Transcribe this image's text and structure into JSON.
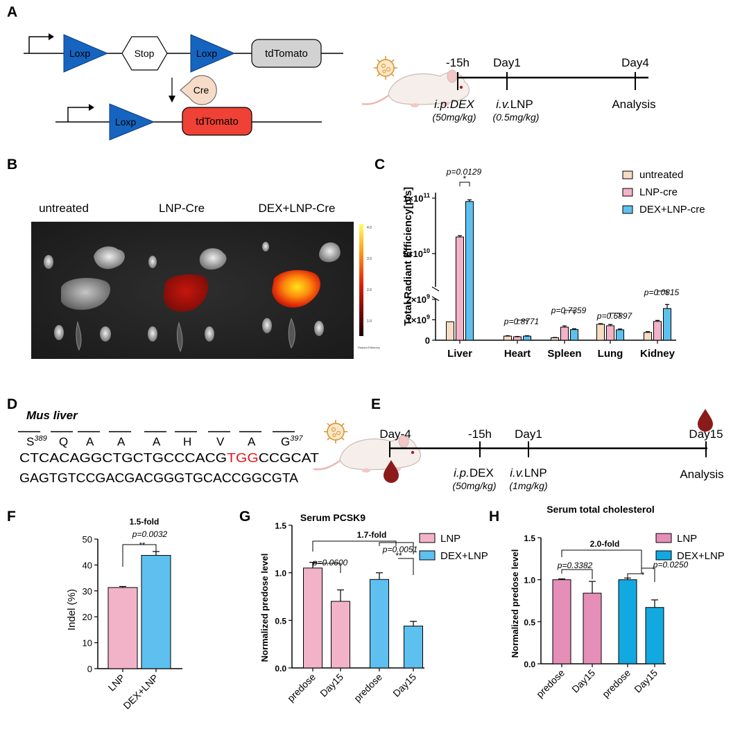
{
  "colors": {
    "loxp": "#1565C0",
    "tdtomato_gray": "#d2d2d2",
    "tdtomato_red": "#ef4136",
    "cre": "#f6dcc8",
    "pink": "#f2b3c9",
    "pink_dark": "#e58fb8",
    "blue": "#5ec0ee",
    "blue_dark": "#12a9e1",
    "peach": "#f6dcc3",
    "mutation_red": "#e8141b"
  },
  "panelA": {
    "letter": "A",
    "loxp": "Loxp",
    "stop": "Stop",
    "tdtomato": "tdTomato",
    "cre": "Cre",
    "timeline": {
      "ticks": [
        "-15h",
        "Day1",
        "Day4"
      ],
      "ip_pre": "i.p.",
      "ip_drug": "DEX",
      "ip_dose": "(50mg/kg)",
      "iv_pre": "i.v.",
      "iv_drug": "LNP",
      "iv_dose": "(0.5mg/kg)",
      "analysis": "Analysis"
    }
  },
  "panelB": {
    "letter": "B",
    "groups": [
      "untreated",
      "LNP-Cre",
      "DEX+LNP-Cre"
    ],
    "scale_label": "Radiant Efficiency",
    "scale_ticks": [
      "4.0",
      "3.0",
      "2.0",
      "1.0"
    ]
  },
  "panelC": {
    "letter": "C",
    "ylabel": "Total Radiant Efficiency[p/s]",
    "legend": [
      "untreated",
      "LNP-cre",
      "DEX+LNP-cre"
    ],
    "annotations": [
      {
        "organ": "Liver",
        "p": "p=0.0129",
        "sig": "*"
      },
      {
        "organ": "Heart",
        "p": "p=0.8771",
        "sig": ""
      },
      {
        "organ": "Spleen",
        "p": "p=0.7359",
        "sig": ""
      },
      {
        "organ": "Lung",
        "p": "p=0.6897",
        "sig": ""
      },
      {
        "organ": "Kidney",
        "p": "p=0.0815",
        "sig": ""
      }
    ]
  },
  "panelD": {
    "letter": "D",
    "title": "Mus liver",
    "aa": [
      "S",
      "Q",
      "A",
      "A",
      "A",
      "H",
      "V",
      "A",
      "G"
    ],
    "aa_first_sup": "389",
    "aa_last_sup": "397",
    "seq1_pre": "CTCACAGGCTGCTGCCCACG",
    "seq1_pam": "TGG",
    "seq1_post": "CCGCAT",
    "seq2": "GAGTGTCCGACGACGGGTGCACCGGCGTA"
  },
  "panelE": {
    "letter": "E",
    "ticks": [
      "Day-4",
      "-15h",
      "Day1",
      "Day15"
    ],
    "ip_pre": "i.p.",
    "ip_drug": "DEX",
    "ip_dose": "(50mg/kg)",
    "iv_pre": "i.v.",
    "iv_drug": "LNP",
    "iv_dose": "(1mg/kg)",
    "analysis": "Analysis"
  },
  "panelF": {
    "letter": "F",
    "fold": "1.5-fold",
    "p": "p=0.0032",
    "sig": "**",
    "ylabel": "Indel (%)"
  },
  "panelG": {
    "letter": "G",
    "title": "Serum PCSK9",
    "fold": "1.7-fold",
    "p_lnp": "p=0.0600",
    "p_dex": "p=0.0051",
    "sig_dex": "**",
    "ylabel": "Normalized predose level",
    "legend": [
      "LNP",
      "DEX+LNP"
    ]
  },
  "panelH": {
    "letter": "H",
    "title": "Serum total cholesterol",
    "fold": "2.0-fold",
    "p_lnp": "p=0.3382",
    "p_dex": "p=0.0250",
    "sig_dex": "*",
    "ylabel": "Normalized predose level",
    "legend": [
      "LNP",
      "DEX+LNP"
    ]
  },
  "chart_data": [
    {
      "id": "C",
      "type": "bar",
      "categories": [
        "Liver",
        "Heart",
        "Spleen",
        "Lung",
        "Kidney"
      ],
      "series": [
        {
          "name": "untreated",
          "values": [
            900000000,
            200000000,
            120000000,
            780000000,
            380000000
          ],
          "errors": [
            0,
            20000000,
            15000000,
            30000000,
            40000000
          ]
        },
        {
          "name": "LNP-cre",
          "values": [
            65000000000,
            170000000,
            640000000,
            710000000,
            920000000
          ],
          "errors": [
            1200000000,
            15000000,
            60000000,
            60000000,
            50000000
          ]
        },
        {
          "name": "DEX+LNP-cre",
          "values": [
            97000000000,
            200000000,
            520000000,
            510000000,
            1550000000
          ],
          "errors": [
            1500000000,
            20000000,
            40000000,
            40000000,
            200000000
          ]
        }
      ],
      "ylabel": "Total Radiant Efficiency[p/s]",
      "yticks": [
        {
          "label": "0",
          "sup": "",
          "value": 0
        },
        {
          "label": "1×10",
          "sup": "9",
          "value": 1000000000
        },
        {
          "label": "2×10",
          "sup": "9",
          "value": 2000000000
        },
        {
          "label": "5×10",
          "sup": "10",
          "value": 50000000000
        },
        {
          "label": "1×10",
          "sup": "11",
          "value": 100000000000
        }
      ],
      "broken_axis": {
        "lower": [
          0,
          2000000000
        ],
        "upper": [
          20000000000,
          100000000000
        ]
      }
    },
    {
      "id": "F",
      "type": "bar",
      "categories": [
        "LNP",
        "DEX+LNP"
      ],
      "values": [
        31.3,
        43.7
      ],
      "errors": [
        0.4,
        1.5
      ],
      "ylabel": "Indel (%)",
      "ylim": [
        0,
        50
      ],
      "yticks": [
        0,
        10,
        20,
        30,
        40,
        50
      ]
    },
    {
      "id": "G",
      "type": "bar",
      "title": "Serum PCSK9",
      "categories": [
        "predose",
        "Day15",
        "predose",
        "Day15"
      ],
      "series": [
        {
          "name": "LNP",
          "values": [
            1.05,
            0.7
          ],
          "errors": [
            0.06,
            0.12
          ]
        },
        {
          "name": "DEX+LNP",
          "values": [
            0.93,
            0.44
          ],
          "errors": [
            0.07,
            0.05
          ]
        }
      ],
      "ylabel": "Normalized predose level",
      "ylim": [
        0,
        1.5
      ],
      "yticks": [
        0.0,
        0.5,
        1.0,
        1.5
      ]
    },
    {
      "id": "H",
      "type": "bar",
      "title": "Serum total cholesterol",
      "categories": [
        "predose",
        "Day15",
        "predose",
        "Day15"
      ],
      "series": [
        {
          "name": "LNP",
          "values": [
            1.0,
            0.84
          ],
          "errors": [
            0.01,
            0.14
          ]
        },
        {
          "name": "DEX+LNP",
          "values": [
            1.0,
            0.67
          ],
          "errors": [
            0.02,
            0.09
          ]
        }
      ],
      "ylabel": "Normalized predose level",
      "ylim": [
        0,
        1.5
      ],
      "yticks": [
        0.0,
        0.5,
        1.0,
        1.5
      ]
    }
  ]
}
